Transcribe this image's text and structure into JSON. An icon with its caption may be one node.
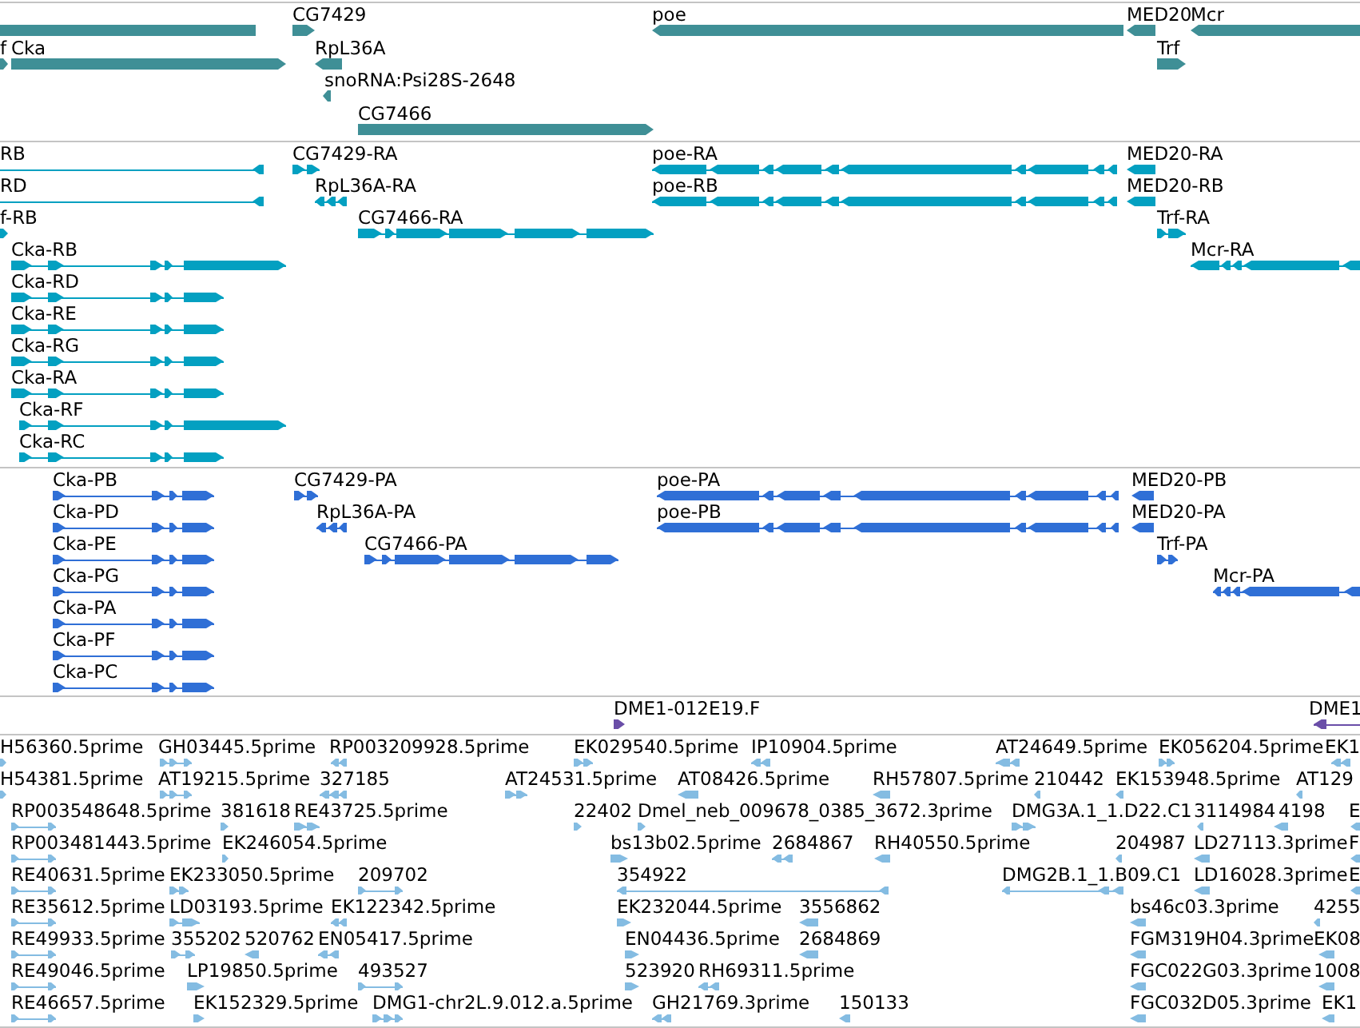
{
  "diagram": {
    "labels": [
      "CG7429",
      "poe",
      "MED20",
      "Mcr",
      "f",
      "Cka",
      "RpL36A",
      "Trf",
      "snoRNA:Psi28S-2648",
      "CG7466",
      "RB",
      "CG7429-RA",
      "poe-RA",
      "MED20-RA",
      "RD",
      "RpL36A-RA",
      "poe-RB",
      "MED20-RB",
      "f-RB",
      "CG7466-RA",
      "Trf-RA",
      "Cka-RB",
      "Mcr-RA",
      "Cka-RD",
      "Cka-RE",
      "Cka-RG",
      "Cka-RA",
      "Cka-RF",
      "Cka-RC",
      "Cka-PB",
      "CG7429-PA",
      "poe-PA",
      "MED20-PB",
      "Cka-PD",
      "RpL36A-PA",
      "poe-PB",
      "MED20-PA",
      "Cka-PE",
      "CG7466-PA",
      "Trf-PA",
      "Cka-PG",
      "Mcr-PA",
      "Cka-PA",
      "Cka-PF",
      "Cka-PC",
      "DME1-012E19.F",
      "DME1",
      "H56360.5prime",
      "GH03445.5prime",
      "RP003209928.5prime",
      "EK029540.5prime",
      "IP10904.5prime",
      "AT24649.5prime",
      "EK056204.5prime",
      "EK1",
      "H54381.5prime",
      "AT19215.5prime",
      "327185",
      "AT24531.5prime",
      "AT08426.5prime",
      "RH57807.5prime",
      "210442",
      "EK153948.5prime",
      "AT129",
      "RP003548648.5prime",
      "381618",
      "RE43725.5prime",
      "22402",
      "Dmel_neb_009678_0385_3672.3prime",
      "DMG3A.1_1.D22.C1",
      "3114984",
      "4198",
      "E",
      "RP003481443.5prime",
      "EK246054.5prime",
      "bs13b02.5prime",
      "2684867",
      "RH40550.5prime",
      "204987",
      "LD27113.3prime",
      "F",
      "RE40631.5prime",
      "EK233050.5prime",
      "209702",
      "354922",
      "DMG2B.1_1.B09.C1",
      "LD16028.3prime",
      "E",
      "RE35612.5prime",
      "LD03193.5prime",
      "EK122342.5prime",
      "EK232044.5prime",
      "3556862",
      "bs46c03.3prime",
      "4255",
      "RE49933.5prime",
      "355202",
      "520762",
      "EN05417.5prime",
      "EN04436.5prime",
      "2684869",
      "FGM319H04.3prime",
      "EK08",
      "RE49046.5prime",
      "LP19850.5prime",
      "493527",
      "523920",
      "RH69311.5prime",
      "FGC022G03.3prime",
      "1008",
      "RE46657.5prime",
      "EK152329.5prime",
      "DMG1-chr2L.9.012.a.5prime",
      "GH21769.3prime",
      "150133",
      "FGC032D05.3prime",
      "EK1"
    ]
  }
}
